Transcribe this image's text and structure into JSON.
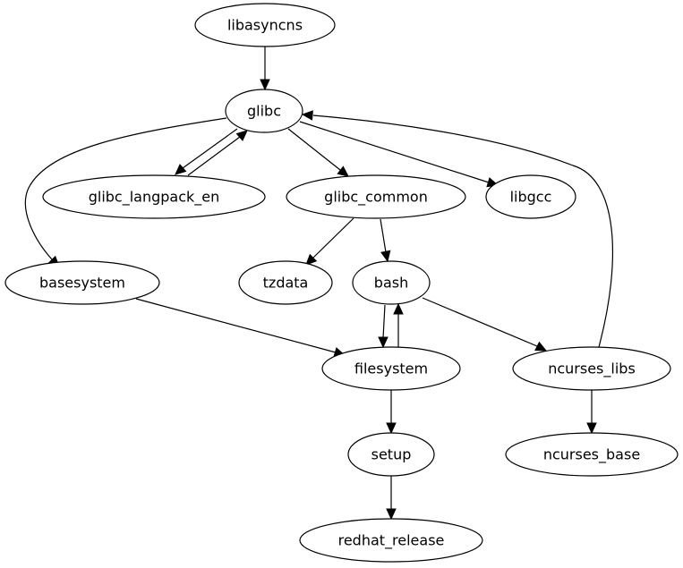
{
  "diagram": {
    "type": "directed-graph",
    "colors": {
      "stroke": "#000000",
      "fill": "#ffffff",
      "text": "#000000"
    },
    "nodes": [
      {
        "id": "libasyncns",
        "label": "libasyncns"
      },
      {
        "id": "glibc",
        "label": "glibc"
      },
      {
        "id": "glibc_langpack_en",
        "label": "glibc_langpack_en"
      },
      {
        "id": "glibc_common",
        "label": "glibc_common"
      },
      {
        "id": "libgcc",
        "label": "libgcc"
      },
      {
        "id": "basesystem",
        "label": "basesystem"
      },
      {
        "id": "tzdata",
        "label": "tzdata"
      },
      {
        "id": "bash",
        "label": "bash"
      },
      {
        "id": "filesystem",
        "label": "filesystem"
      },
      {
        "id": "ncurses_libs",
        "label": "ncurses_libs"
      },
      {
        "id": "setup",
        "label": "setup"
      },
      {
        "id": "ncurses_base",
        "label": "ncurses_base"
      },
      {
        "id": "redhat_release",
        "label": "redhat_release"
      }
    ],
    "edges": [
      {
        "from": "libasyncns",
        "to": "glibc"
      },
      {
        "from": "glibc",
        "to": "glibc_langpack_en"
      },
      {
        "from": "glibc_langpack_en",
        "to": "glibc"
      },
      {
        "from": "glibc",
        "to": "glibc_common"
      },
      {
        "from": "glibc",
        "to": "libgcc"
      },
      {
        "from": "glibc",
        "to": "basesystem"
      },
      {
        "from": "ncurses_libs",
        "to": "glibc"
      },
      {
        "from": "glibc_common",
        "to": "tzdata"
      },
      {
        "from": "glibc_common",
        "to": "bash"
      },
      {
        "from": "basesystem",
        "to": "filesystem"
      },
      {
        "from": "bash",
        "to": "filesystem"
      },
      {
        "from": "filesystem",
        "to": "bash"
      },
      {
        "from": "bash",
        "to": "ncurses_libs"
      },
      {
        "from": "filesystem",
        "to": "setup"
      },
      {
        "from": "ncurses_libs",
        "to": "ncurses_base"
      },
      {
        "from": "setup",
        "to": "redhat_release"
      }
    ]
  }
}
